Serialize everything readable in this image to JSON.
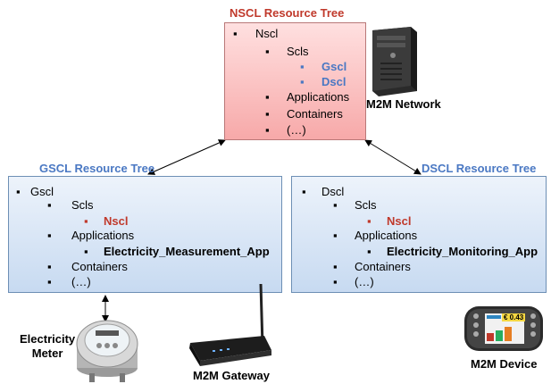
{
  "nscl": {
    "title": "NSCL Resource Tree",
    "items": [
      {
        "text": "Nscl",
        "bullet": "▪"
      },
      {
        "text": "Scls",
        "bullet": "▪"
      },
      {
        "text": "Gscl",
        "bullet": "▪"
      },
      {
        "text": "Dscl",
        "bullet": "▪"
      },
      {
        "text": "Applications",
        "bullet": "▪"
      },
      {
        "text": "Containers",
        "bullet": "▪"
      },
      {
        "text": "(…)",
        "bullet": "▪"
      }
    ]
  },
  "gscl": {
    "title": "GSCL Resource  Tree",
    "items": [
      {
        "text": "Gscl",
        "bullet": "▪"
      },
      {
        "text": "Scls",
        "bullet": "▪"
      },
      {
        "text": "Nscl",
        "bullet": "▪"
      },
      {
        "text": "Applications",
        "bullet": "▪"
      },
      {
        "text": "Electricity_Measurement_App",
        "bullet": "▪"
      },
      {
        "text": "Containers",
        "bullet": "▪"
      },
      {
        "text": "(…)",
        "bullet": "▪"
      }
    ]
  },
  "dscl": {
    "title": "DSCL Resource  Tree",
    "items": [
      {
        "text": "Dscl",
        "bullet": "▪"
      },
      {
        "text": "Scls",
        "bullet": "▪"
      },
      {
        "text": "Nscl",
        "bullet": "▪"
      },
      {
        "text": "Applications",
        "bullet": "▪"
      },
      {
        "text": "Electricity_Monitoring_App",
        "bullet": "▪"
      },
      {
        "text": "Containers",
        "bullet": "▪"
      },
      {
        "text": "(…)",
        "bullet": "▪"
      }
    ]
  },
  "labels": {
    "network": "M2M Network",
    "meter_line1": "Electricity",
    "meter_line2": "Meter",
    "gateway": "M2M  Gateway",
    "device": "M2M Device",
    "device_screen": "€ 0.43"
  },
  "colors": {
    "title": "#4a78c3",
    "nscl_title": "#c0392b",
    "child_link": "#4a78c3",
    "parent_link": "#c0392b"
  }
}
